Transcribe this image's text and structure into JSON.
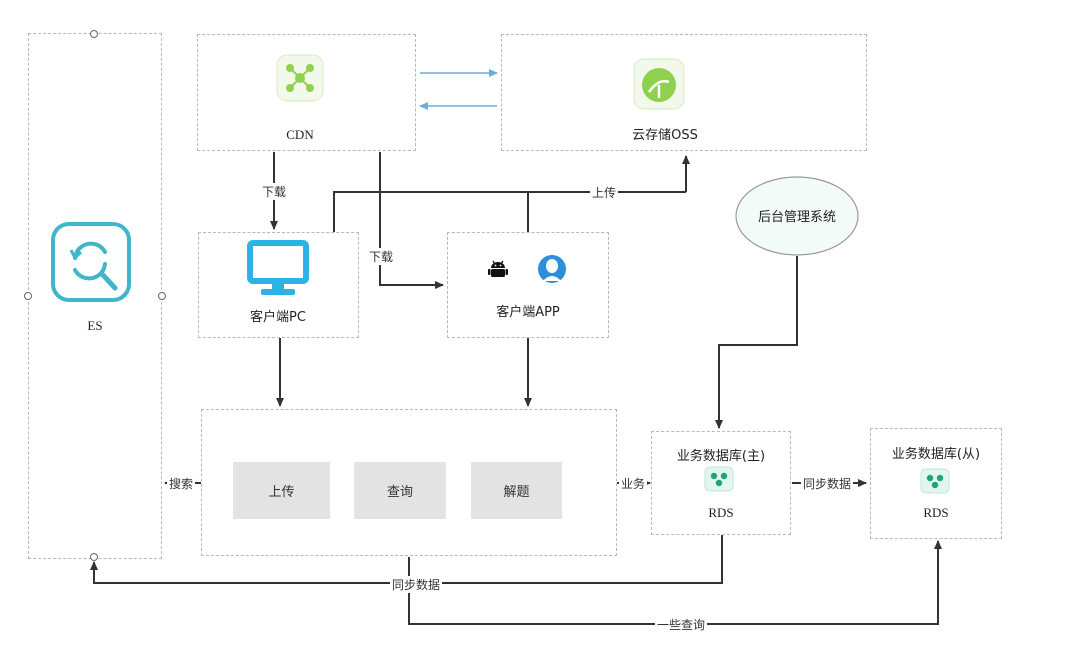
{
  "nodes": {
    "es": {
      "label": "ES"
    },
    "cdn": {
      "label": "CDN"
    },
    "oss": {
      "label": "云存储OSS"
    },
    "pc": {
      "label": "客户端PC"
    },
    "app": {
      "label": "客户端APP"
    },
    "admin": {
      "label": "后台管理系统"
    },
    "db_master": {
      "title": "业务数据库(主)",
      "sub": "RDS"
    },
    "db_slave": {
      "title": "业务数据库(从)",
      "sub": "RDS"
    }
  },
  "service": {
    "upload": "上传",
    "query": "查询",
    "solve": "解题"
  },
  "edges": {
    "download_pc": "下载",
    "download_app": "下载",
    "upload_oss": "上传",
    "search": "搜索",
    "business": "业务",
    "sync_data": "同步数据",
    "sync_data_es": "同步数据",
    "some_query": "一些查询"
  },
  "colors": {
    "green_icon": "#8fd14f",
    "teal_icon": "#3fb6c9",
    "blue_monitor": "#2bb3e8",
    "blue_person": "#2c8fd8",
    "arrow": "#333333",
    "light_arrow": "#6aaee0"
  },
  "icons": [
    "network-nodes-icon",
    "cloud-leaf-icon",
    "search-refresh-icon",
    "monitor-icon",
    "android-icon",
    "person-icon",
    "database-icon"
  ]
}
